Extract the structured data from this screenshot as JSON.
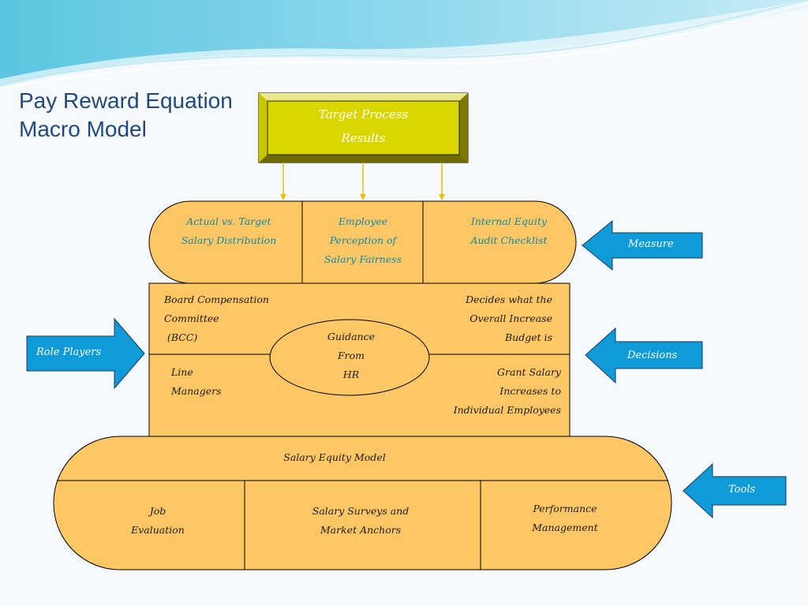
{
  "title": {
    "line1": "Pay Reward Equation",
    "line2": "Macro Model"
  },
  "target": {
    "line1": "Target Process",
    "line2": "Results"
  },
  "measures": [
    {
      "line1": "Actual vs. Target",
      "line2": "Salary Distribution"
    },
    {
      "line1": "Employee",
      "line2": "Perception of",
      "line3": "Salary Fairness"
    },
    {
      "line1": "Internal Equity",
      "line2": "Audit Checklist"
    }
  ],
  "roles": {
    "bcc": {
      "line1": "Board Compensation",
      "line2": "Committee",
      "line3": "(BCC)"
    },
    "bcc_decision": {
      "line1": "Decides what the",
      "line2": "Overall Increase",
      "line3": "Budget is"
    },
    "guidance": {
      "line1": "Guidance",
      "line2": "From",
      "line3": "HR"
    },
    "managers": {
      "line1": "Line",
      "line2": "Managers"
    },
    "managers_decision": {
      "line1": "Grant Salary",
      "line2": "Increases to",
      "line3": "Individual Employees"
    }
  },
  "tools": {
    "header": "Salary Equity Model",
    "items": [
      {
        "line1": "Job",
        "line2": "Evaluation"
      },
      {
        "line1": "Salary Surveys and",
        "line2": "Market Anchors"
      },
      {
        "line1": "Performance",
        "line2": "Management"
      }
    ]
  },
  "arrows": {
    "measure": "Measure",
    "role_players": "Role Players",
    "decisions": "Decisions",
    "tools": "Tools"
  },
  "colors": {
    "orange_fill": "#fdc766",
    "yellow_box": "#d9d600",
    "arrow_blue": "#0e9bd8",
    "title_blue": "#1f497d",
    "teal_text": "#0b8aa8"
  }
}
